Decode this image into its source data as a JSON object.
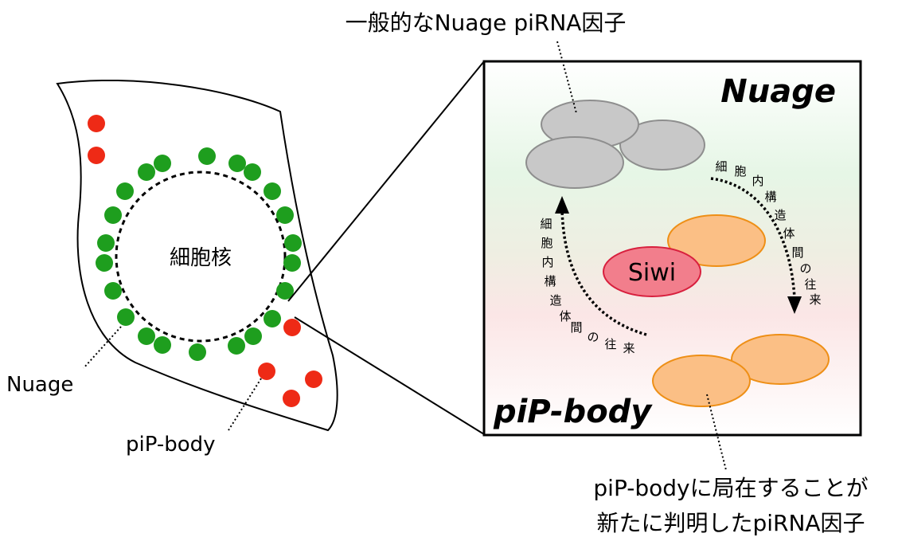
{
  "labels": {
    "top_caption": "一般的なNuage piRNA因子",
    "nucleus": "細胞核",
    "nuage_left": "Nuage",
    "pipbody_left": "piP-body",
    "nuage_panel": "Nuage",
    "pipbody_panel": "piP-body",
    "siwi": "Siwi",
    "bottom_caption_line1": "piP-bodyに局在することが",
    "bottom_caption_line2": "新たに判明したpiRNA因子",
    "transport_chars": [
      "細",
      "胞",
      "内",
      "構",
      "造",
      "体",
      "間",
      "の",
      "往",
      "来"
    ]
  },
  "colors": {
    "nuage_green": "#1e9e1e",
    "nuage_text_green": "#127a12",
    "pipbody_red": "#ee2a16",
    "pipbody_text_red": "#a81e10",
    "gray_cloud": "#c8c8c8",
    "orange_body": "#fbbf85",
    "siwi_fill": "#f27e8c"
  }
}
